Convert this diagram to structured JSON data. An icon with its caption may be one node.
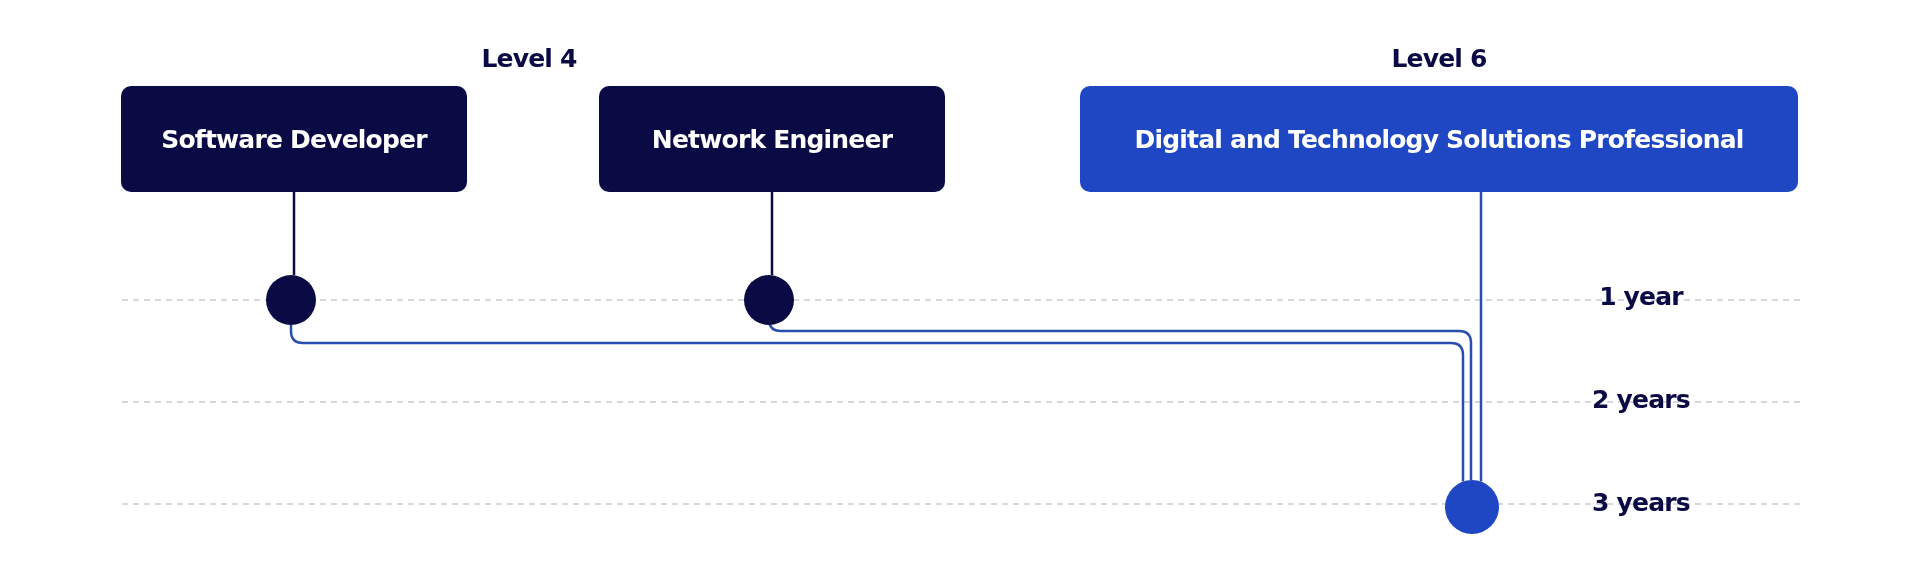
{
  "diagram": {
    "nodes": [
      {
        "text": [
          "Software Developer"
        ]
      },
      {
        "text": [
          "Network Engineer"
        ]
      },
      {
        "text": [
          "Digital and Technology Solutions Professional"
        ]
      },
      {
        "text": [],
        "shape": "circle"
      },
      {
        "text": [],
        "shape": "circle"
      },
      {
        "text": [],
        "shape": "circle"
      }
    ],
    "edges": [
      {
        "from": 0,
        "to": 3,
        "arrow": "none",
        "color": "#0a0a45"
      },
      {
        "from": 1,
        "to": 4,
        "arrow": "none",
        "color": "#0a0a45"
      },
      {
        "from": 3,
        "to": 5,
        "arrow": "none"
      },
      {
        "from": 4,
        "to": 5,
        "arrow": "none"
      },
      {
        "from": 2,
        "to": 5,
        "arrow": "none"
      }
    ],
    "labels": [
      "Level 4",
      "Level 6",
      "1 year",
      "2 years",
      "3 years"
    ]
  }
}
